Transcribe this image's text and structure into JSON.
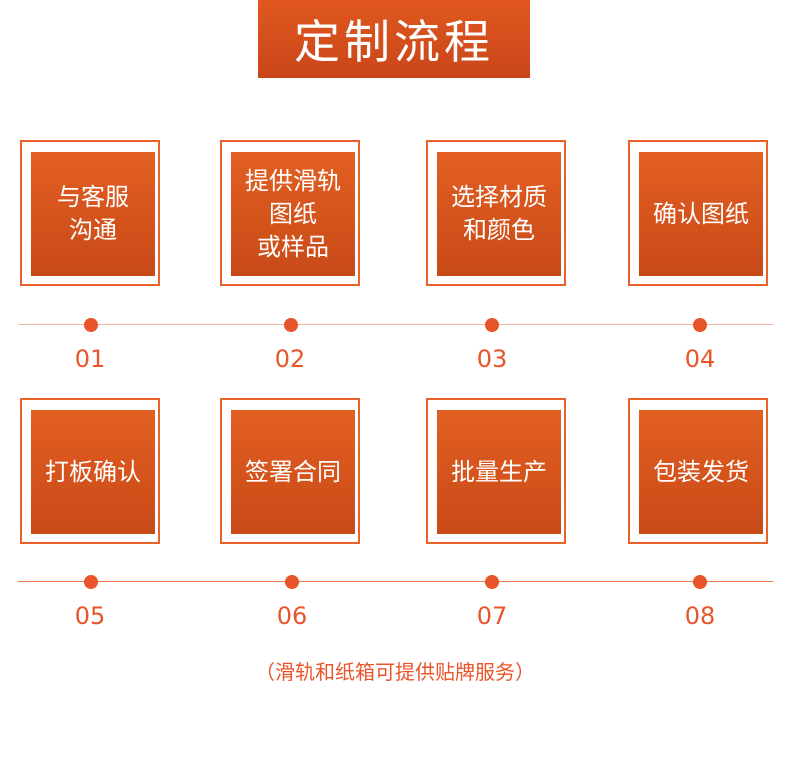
{
  "title": "定制流程",
  "steps": [
    {
      "number": "01",
      "label": "与客服\n沟通"
    },
    {
      "number": "02",
      "label": "提供滑轨\n图纸\n或样品"
    },
    {
      "number": "03",
      "label": "选择材质\n和颜色"
    },
    {
      "number": "04",
      "label": "确认图纸"
    },
    {
      "number": "05",
      "label": "打板确认"
    },
    {
      "number": "06",
      "label": "签署合同"
    },
    {
      "number": "07",
      "label": "批量生产"
    },
    {
      "number": "08",
      "label": "包装发货"
    }
  ],
  "footer_note": "（滑轨和纸箱可提供贴牌服务）",
  "colors": {
    "accent": "#e8552a",
    "card_fill": "#d4521c",
    "line": "#f3b79a"
  }
}
